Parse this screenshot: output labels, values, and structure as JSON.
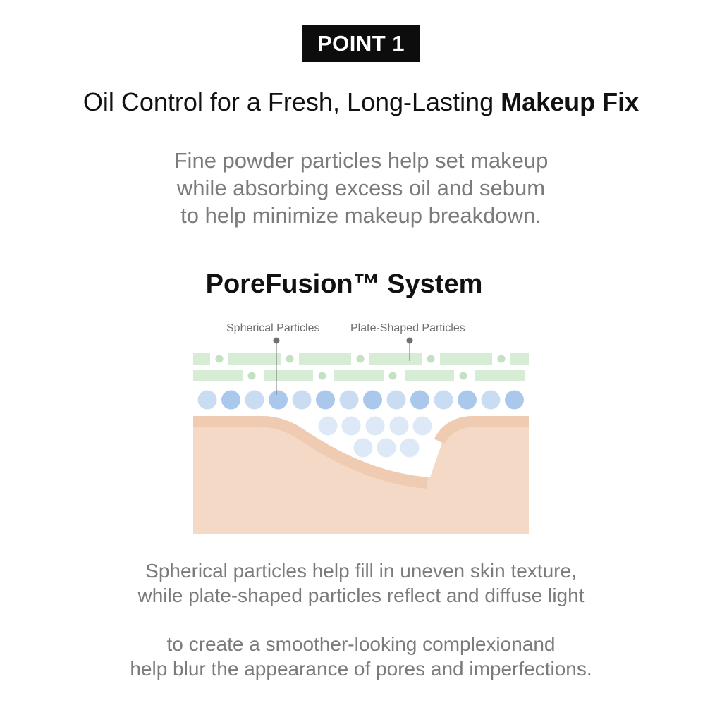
{
  "badge": "POINT 1",
  "headline": {
    "regular": "Oil Control for a Fresh, Long-Lasting ",
    "bold": "Makeup Fix"
  },
  "intro": [
    "Fine powder particles help set makeup",
    "while absorbing excess oil and sebum",
    "to help minimize makeup breakdown."
  ],
  "system_title": "PoreFusion™ System",
  "diagram": {
    "label_spherical": "Spherical Particles",
    "label_plate": "Plate-Shaped Particles",
    "colors": {
      "plate": "#d7ecd5",
      "plate_dot": "#c4e2c1",
      "sphere_light": "#c9dcf1",
      "sphere_dark": "#a9c8ec",
      "sphere_pore": "#dde9f6",
      "skin": "#f3d9c6",
      "skin_edge": "#eecbb1",
      "pointer": "#707070"
    }
  },
  "outro": {
    "first": [
      "Spherical particles help fill in uneven skin texture,",
      "while plate-shaped particles reflect and diffuse light"
    ],
    "second": [
      "to create a smoother-looking complexionand",
      "help blur the appearance of pores and imperfections."
    ]
  }
}
